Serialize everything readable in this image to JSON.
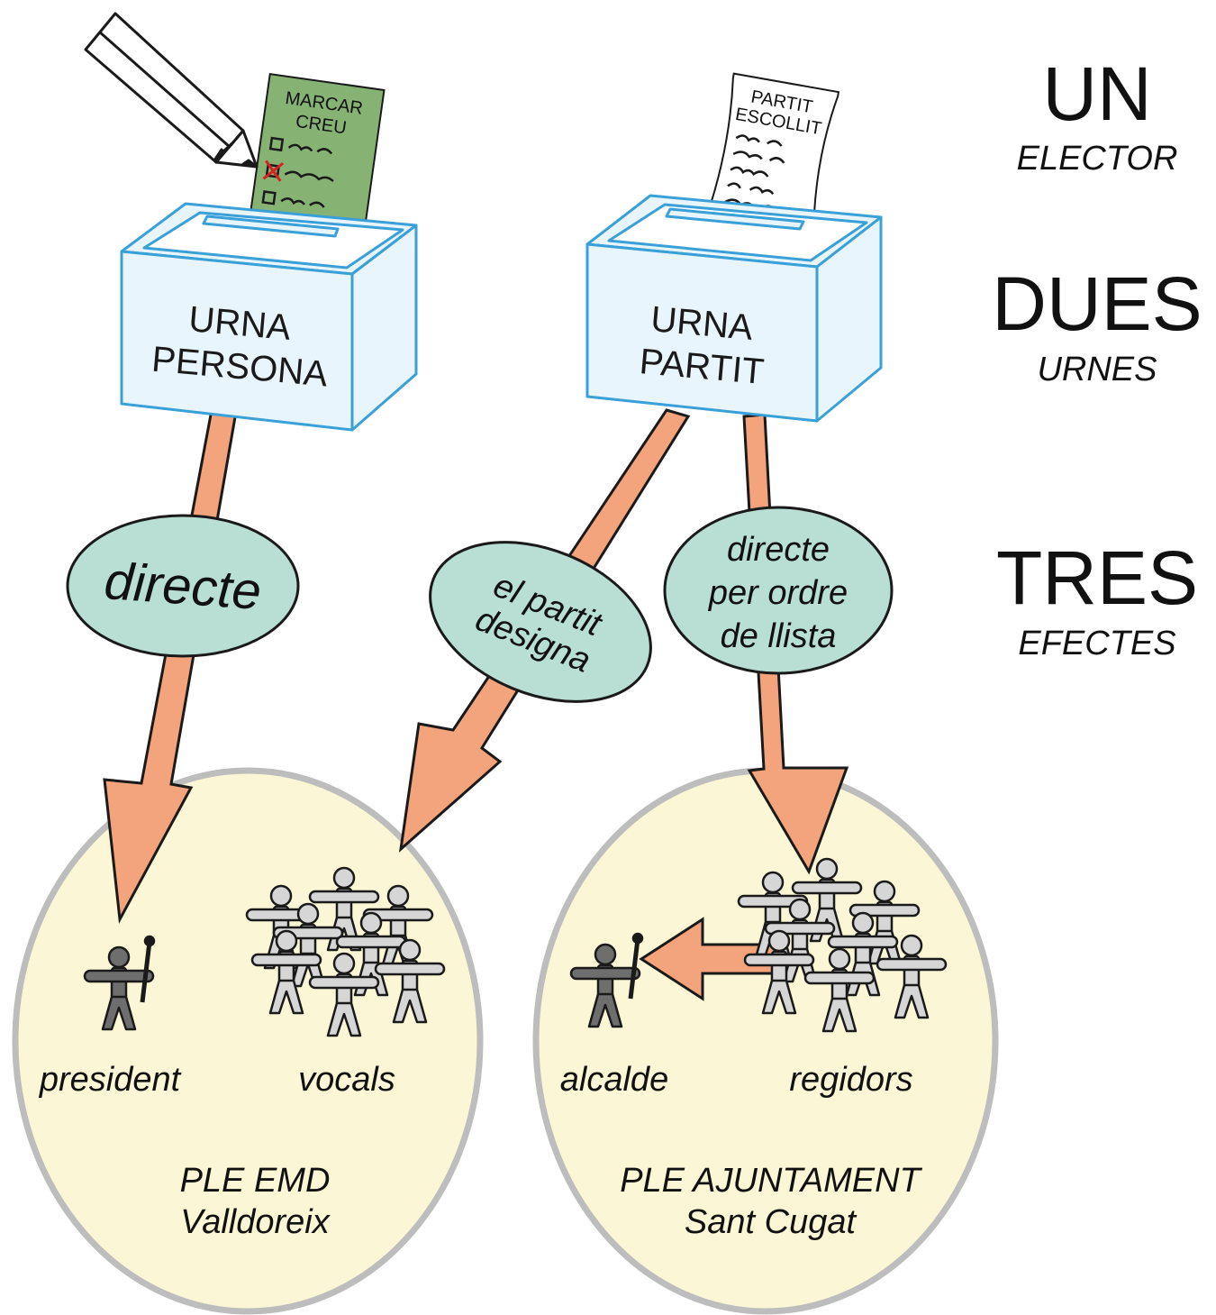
{
  "headings": {
    "un": {
      "big": "UN",
      "sub": "ELECTOR"
    },
    "dues": {
      "big": "DUES",
      "sub": "URNES"
    },
    "tres": {
      "big": "TRES",
      "sub": "EFECTES"
    }
  },
  "ballots": {
    "persona": {
      "line1": "MARCAR",
      "line2": "CREU"
    },
    "partit": {
      "line1": "PARTIT",
      "line2": "ESCOLLIT"
    }
  },
  "urns": {
    "persona": {
      "line1": "URNA",
      "line2": "PERSONA"
    },
    "partit": {
      "line1": "URNA",
      "line2": "PARTIT"
    }
  },
  "effects": {
    "directe": "directe",
    "designa": {
      "line1": "el partit",
      "line2": "designa"
    },
    "llista": {
      "line1": "directe",
      "line2": "per ordre",
      "line3": "de llista"
    }
  },
  "ples": {
    "emd": {
      "role1": "president",
      "role2": "vocals",
      "line1": "PLE EMD",
      "line2": "Valldoreix"
    },
    "ajuntament": {
      "role1": "alcalde",
      "role2": "regidors",
      "line1": "PLE AJUNTAMENT",
      "line2": "Sant Cugat"
    }
  },
  "colors": {
    "arrow": "#f3a47c",
    "bubble": "#b9ded4",
    "ple_fill": "#fbf6d6",
    "ple_stroke": "#bdbdbd",
    "urn_fill": "#e9f5fc",
    "urn_stroke": "#3aa0d8",
    "ballot_green": "#86b274"
  }
}
